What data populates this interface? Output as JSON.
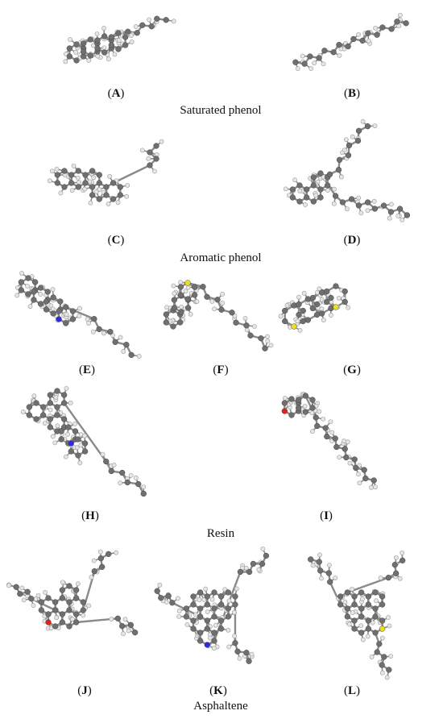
{
  "colors": {
    "carbon": "#6f6f6f",
    "hydrogen": "#e6e6e6",
    "bond": "#8a8a8a",
    "nitrogen": "#2a2ae8",
    "sulfur": "#e8e020",
    "oxygen": "#e02020"
  },
  "panels": [
    {
      "id": "A",
      "label": "A"
    },
    {
      "id": "B",
      "label": "B"
    },
    {
      "id": "C",
      "label": "C"
    },
    {
      "id": "D",
      "label": "D"
    },
    {
      "id": "E",
      "label": "E"
    },
    {
      "id": "F",
      "label": "F"
    },
    {
      "id": "G",
      "label": "G"
    },
    {
      "id": "H",
      "label": "H"
    },
    {
      "id": "I",
      "label": "I"
    },
    {
      "id": "J",
      "label": "J"
    },
    {
      "id": "K",
      "label": "K"
    },
    {
      "id": "L",
      "label": "L"
    }
  ],
  "groups": [
    {
      "caption": "Saturated phenol"
    },
    {
      "caption": "Aromatic phenol"
    },
    {
      "caption": "Resin"
    },
    {
      "caption": "Asphaltene"
    }
  ]
}
